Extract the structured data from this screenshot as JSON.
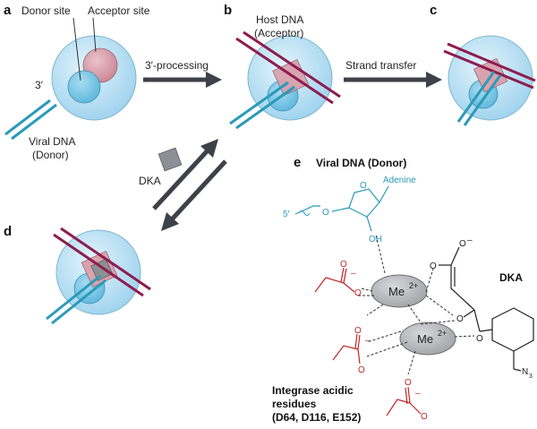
{
  "panels": {
    "a": "a",
    "b": "b",
    "c": "c",
    "d": "d",
    "e": "e"
  },
  "labels": {
    "donor_site": "Donor site",
    "acceptor_site": "Acceptor site",
    "three_prime": "3′",
    "viral_dna_line1": "Viral DNA",
    "viral_dna_line2": "(Donor)",
    "host_dna_line1": "Host DNA",
    "host_dna_line2": "(Acceptor)",
    "dka_inhibitor": "DKA"
  },
  "arrows": {
    "processing": "3′-processing",
    "strand_transfer": "Strand transfer"
  },
  "chemistry": {
    "title": "Viral DNA (Donor)",
    "adenine": "Adenine",
    "five_prime": "5′",
    "ring_o": "O",
    "oh": "OH",
    "dka": "DKA",
    "metal1": "Me",
    "metal1_charge": "2+",
    "metal2": "Me",
    "metal2_charge": "2+",
    "o": "O",
    "minus": "–",
    "n3": "N",
    "n3_sub": "3",
    "residues_line1": "Integrase acidic",
    "residues_line2": "residues",
    "residues_line3": "(D64, D116, E152)"
  },
  "colors": {
    "sphere": "#bfe3f5",
    "viral_dna": "#2a9ab8",
    "host_dna": "#8e1c4e",
    "acceptor_site": "#d9a3ae",
    "dka_block": "#8c8f94",
    "arrow": "#3d4248",
    "residue_red": "#c0282a"
  }
}
